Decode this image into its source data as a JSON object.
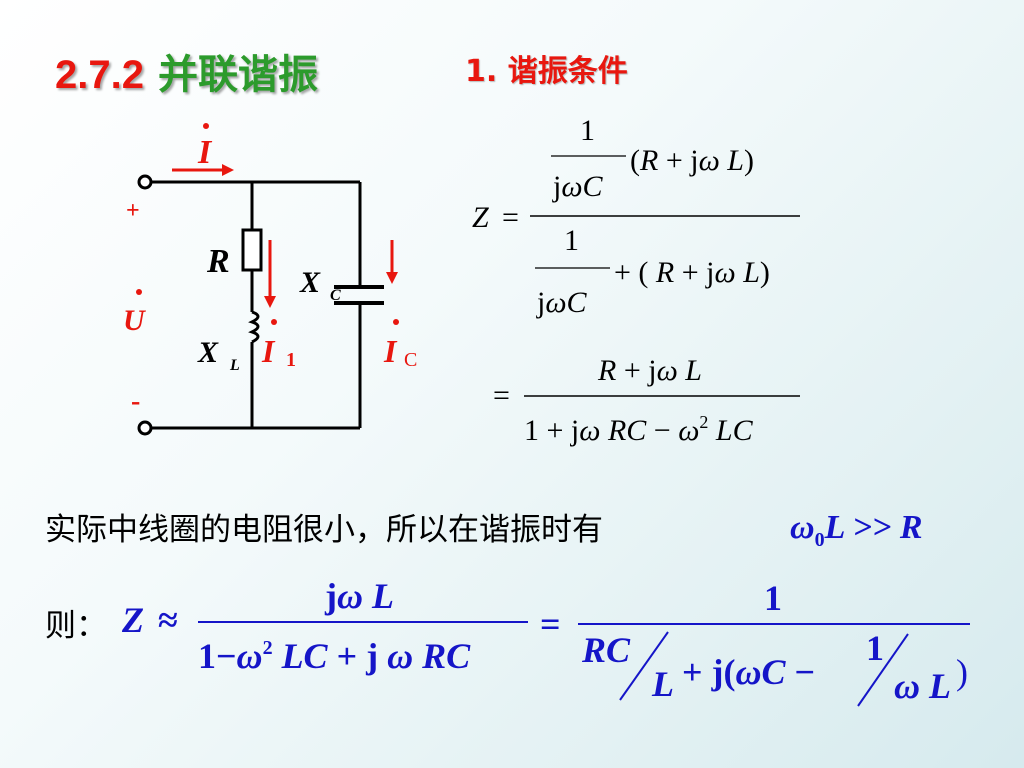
{
  "slide": {
    "section_number": "2.7.2",
    "section_title": "并联谐振",
    "subtitle": "1. 谐振条件",
    "condition_text": "实际中线圈的电阻很小，所以在谐振时有",
    "then_label": "则："
  },
  "circuit": {
    "current_label": "I",
    "plus_label": "+",
    "voltage_label": "U",
    "minus_label": "-",
    "resistor_label": "R",
    "inductor_label": "X",
    "inductor_sub": "L",
    "capacitor_label": "X",
    "capacitor_sub": "C",
    "branch1_current": "I",
    "branch1_sub": "1",
    "capacitor_current": "I",
    "capacitor_current_sub": "C"
  },
  "colors": {
    "title_number": "#e8170f",
    "title_text": "#2c9b2c",
    "formula_blue": "#1515c8",
    "arrow_red": "#e8170f"
  }
}
